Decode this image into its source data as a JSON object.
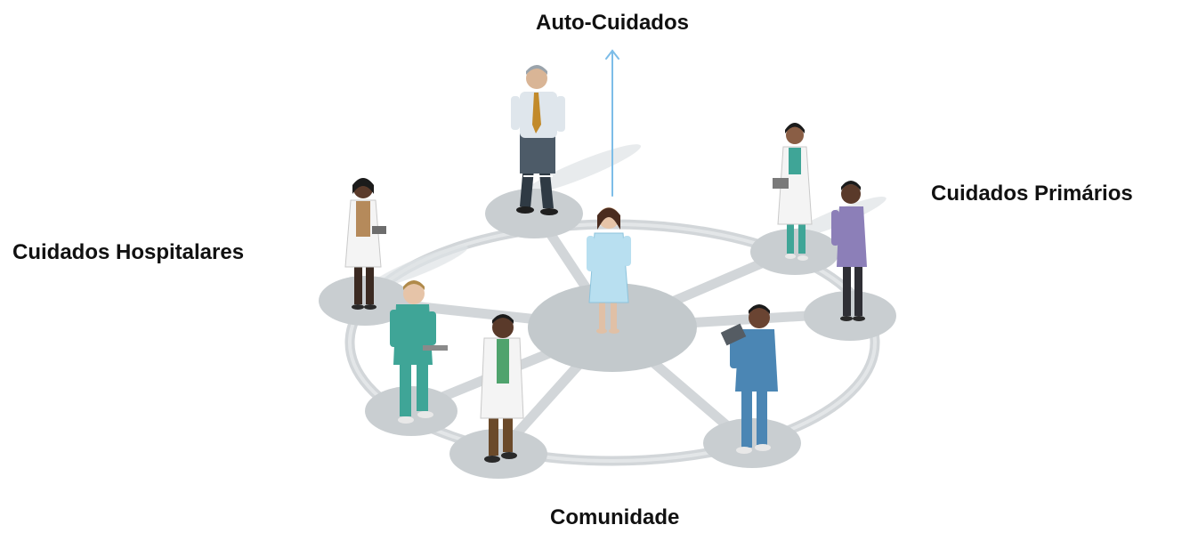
{
  "labels": {
    "top": "Auto-Cuidados",
    "right": "Cuidados Primários",
    "left": "Cuidados Hospitalares",
    "bottom": "Comunidade"
  },
  "colors": {
    "arrow": "#7dbde8",
    "platform": "#c9ced1",
    "ring": "#d2d6d9",
    "gown": "#b8dff0",
    "scrubs": "#3fa597",
    "coat": "#f4f4f4",
    "shirt_purple": "#8c7fb8",
    "scrubs_blue": "#4b86b4",
    "text": "#111111"
  }
}
